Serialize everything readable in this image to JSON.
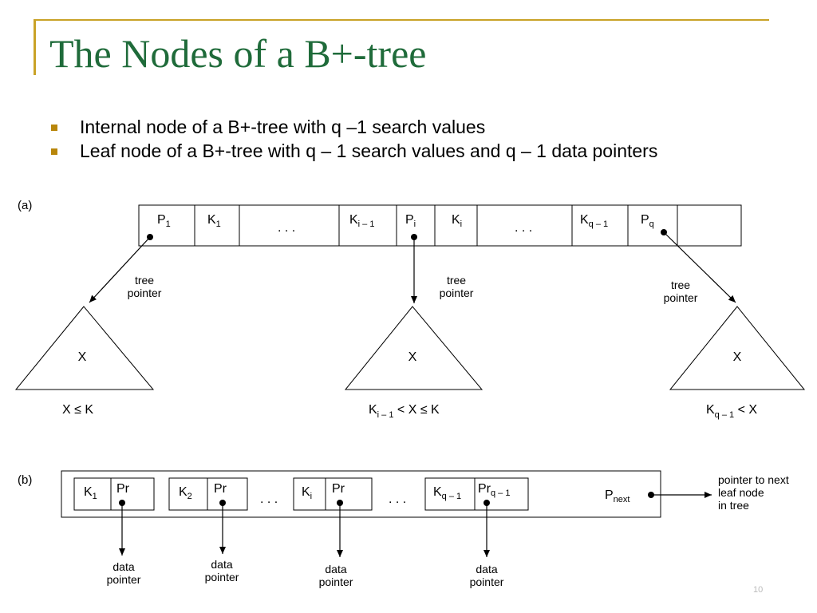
{
  "slide": {
    "title": "The Nodes of a B+-tree",
    "bullets": [
      "Internal node of a B+-tree with q –1 search values",
      "Leaf node of a B+-tree with q – 1 search values and q – 1 data pointers"
    ],
    "page_number": "10"
  },
  "diagram_a": {
    "label": "(a)",
    "cells": [
      {
        "main": "P",
        "sub": "1"
      },
      {
        "main": "K",
        "sub": "1"
      },
      {
        "main": ". . .",
        "sub": ""
      },
      {
        "main": "K",
        "sub": "i – 1"
      },
      {
        "main": "P",
        "sub": "i"
      },
      {
        "main": "K",
        "sub": "i"
      },
      {
        "main": ". . .",
        "sub": ""
      },
      {
        "main": "K",
        "sub": "q – 1"
      },
      {
        "main": "P",
        "sub": "q"
      }
    ],
    "pointer_label_line1": "tree",
    "pointer_label_line2": "pointer",
    "subtree_symbol": "X",
    "conditions": [
      {
        "text": "X ≤ K",
        "sub": "",
        "tail": ""
      },
      {
        "text": "K",
        "sub": "i – 1",
        "tail": " < X ≤ K"
      },
      {
        "text": "K",
        "sub": "q – 1",
        "tail": " < X"
      }
    ]
  },
  "diagram_b": {
    "label": "(b)",
    "pairs": [
      {
        "key": "K",
        "key_sub": "1",
        "ptr": "Pr",
        "ptr_sub": ""
      },
      {
        "key": "K",
        "key_sub": "2",
        "ptr": "Pr",
        "ptr_sub": ""
      },
      {
        "key": "K",
        "key_sub": "i",
        "ptr": "Pr",
        "ptr_sub": ""
      },
      {
        "key": "K",
        "key_sub": "q – 1",
        "ptr": "Pr",
        "ptr_sub": "q – 1"
      }
    ],
    "ellipsis": ". . .",
    "pnext": "P",
    "pnext_sub": "next",
    "next_label_line1": "pointer to next",
    "next_label_line2": "leaf node",
    "next_label_line3": "in tree",
    "data_label_line1": "data",
    "data_label_line2": "pointer"
  }
}
